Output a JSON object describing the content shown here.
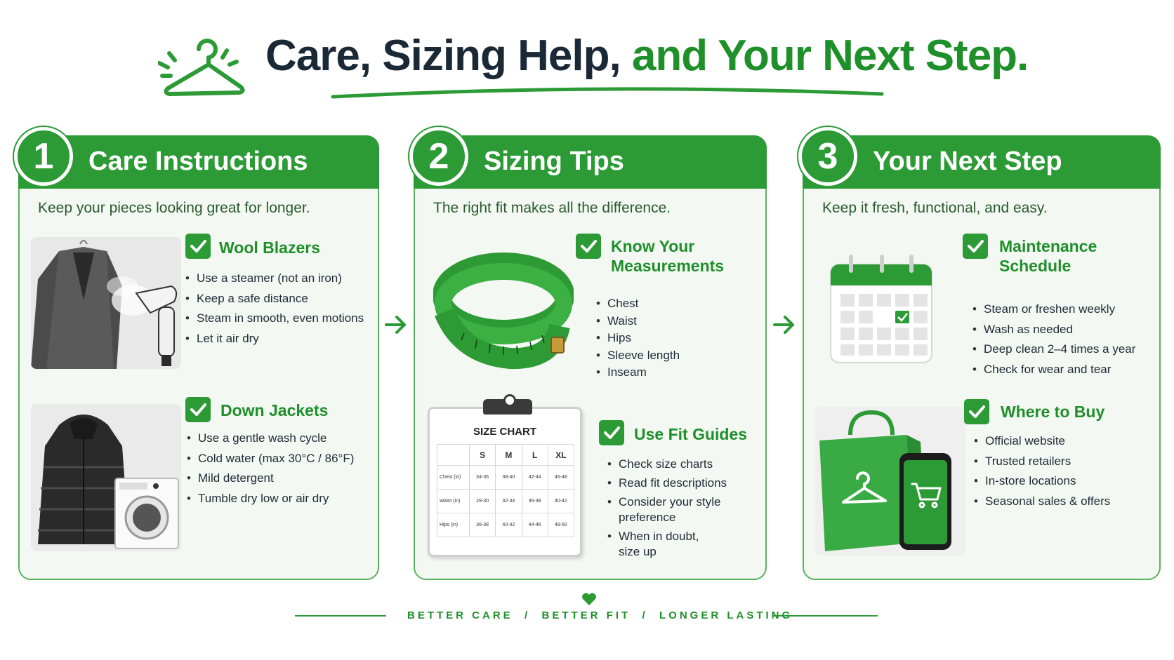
{
  "header": {
    "title_dark": "Care, Sizing Help,",
    "title_green": "and Your Next Step.",
    "icon": "hanger-icon",
    "colors": {
      "green": "#2c9a35",
      "dark": "#1b2836"
    }
  },
  "cards": [
    {
      "number": "1",
      "title": "Care Instructions",
      "subtitle": "Keep your pieces looking great for longer.",
      "items": [
        {
          "title": "Wool Blazers",
          "image": "blazer-steamer-photo",
          "bullets": [
            "Use a steamer (not an iron)",
            "Keep a safe distance",
            "Steam in smooth, even motions",
            "Let it air dry"
          ]
        },
        {
          "title": "Down Jackets",
          "image": "jacket-washer-photo",
          "bullets": [
            "Use a gentle wash cycle",
            "Cold water (max 30°C / 86°F)",
            "Mild detergent",
            "Tumble dry low or air dry"
          ]
        }
      ]
    },
    {
      "number": "2",
      "title": "Sizing Tips",
      "subtitle": "The right fit makes all the difference.",
      "items": [
        {
          "title_lines": [
            "Know Your",
            "Measurements"
          ],
          "image": "measuring-tape-photo",
          "bullets": [
            "Chest",
            "Waist",
            "Hips",
            "Sleeve length",
            "Inseam"
          ]
        },
        {
          "title": "Use Fit Guides",
          "image": "size-chart-clipboard",
          "bullets": [
            "Check size charts",
            "Read fit descriptions",
            "Consider your style preference",
            "When in doubt, size up"
          ]
        }
      ],
      "size_chart": {
        "title": "SIZE CHART",
        "columns": [
          "",
          "S",
          "M",
          "L",
          "XL"
        ],
        "rows": [
          [
            "Chest (in)",
            "34-36",
            "38-40",
            "42-44",
            "46-48"
          ],
          [
            "Waist (in)",
            "28-30",
            "32-34",
            "36-38",
            "40-42"
          ],
          [
            "Hips (in)",
            "36-38",
            "40-42",
            "44-46",
            "48-50"
          ]
        ]
      }
    },
    {
      "number": "3",
      "title": "Your Next Step",
      "subtitle": "Keep it fresh, functional, and easy.",
      "items": [
        {
          "title_lines": [
            "Maintenance",
            "Schedule"
          ],
          "image": "calendar-icon",
          "bullets": [
            "Steam or freshen weekly",
            "Wash as needed",
            "Deep clean 2–4 times a year",
            "Check for wear and tear"
          ]
        },
        {
          "title": "Where to Buy",
          "image": "shopping-bag-phone-photo",
          "bullets": [
            "Official website",
            "Trusted retailers",
            "In-store locations",
            "Seasonal sales & offers"
          ]
        }
      ]
    }
  ],
  "footer": {
    "tagline": "BETTER CARE  /  BETTER FIT  /  LONGER LASTING",
    "icon": "heart-icon"
  }
}
